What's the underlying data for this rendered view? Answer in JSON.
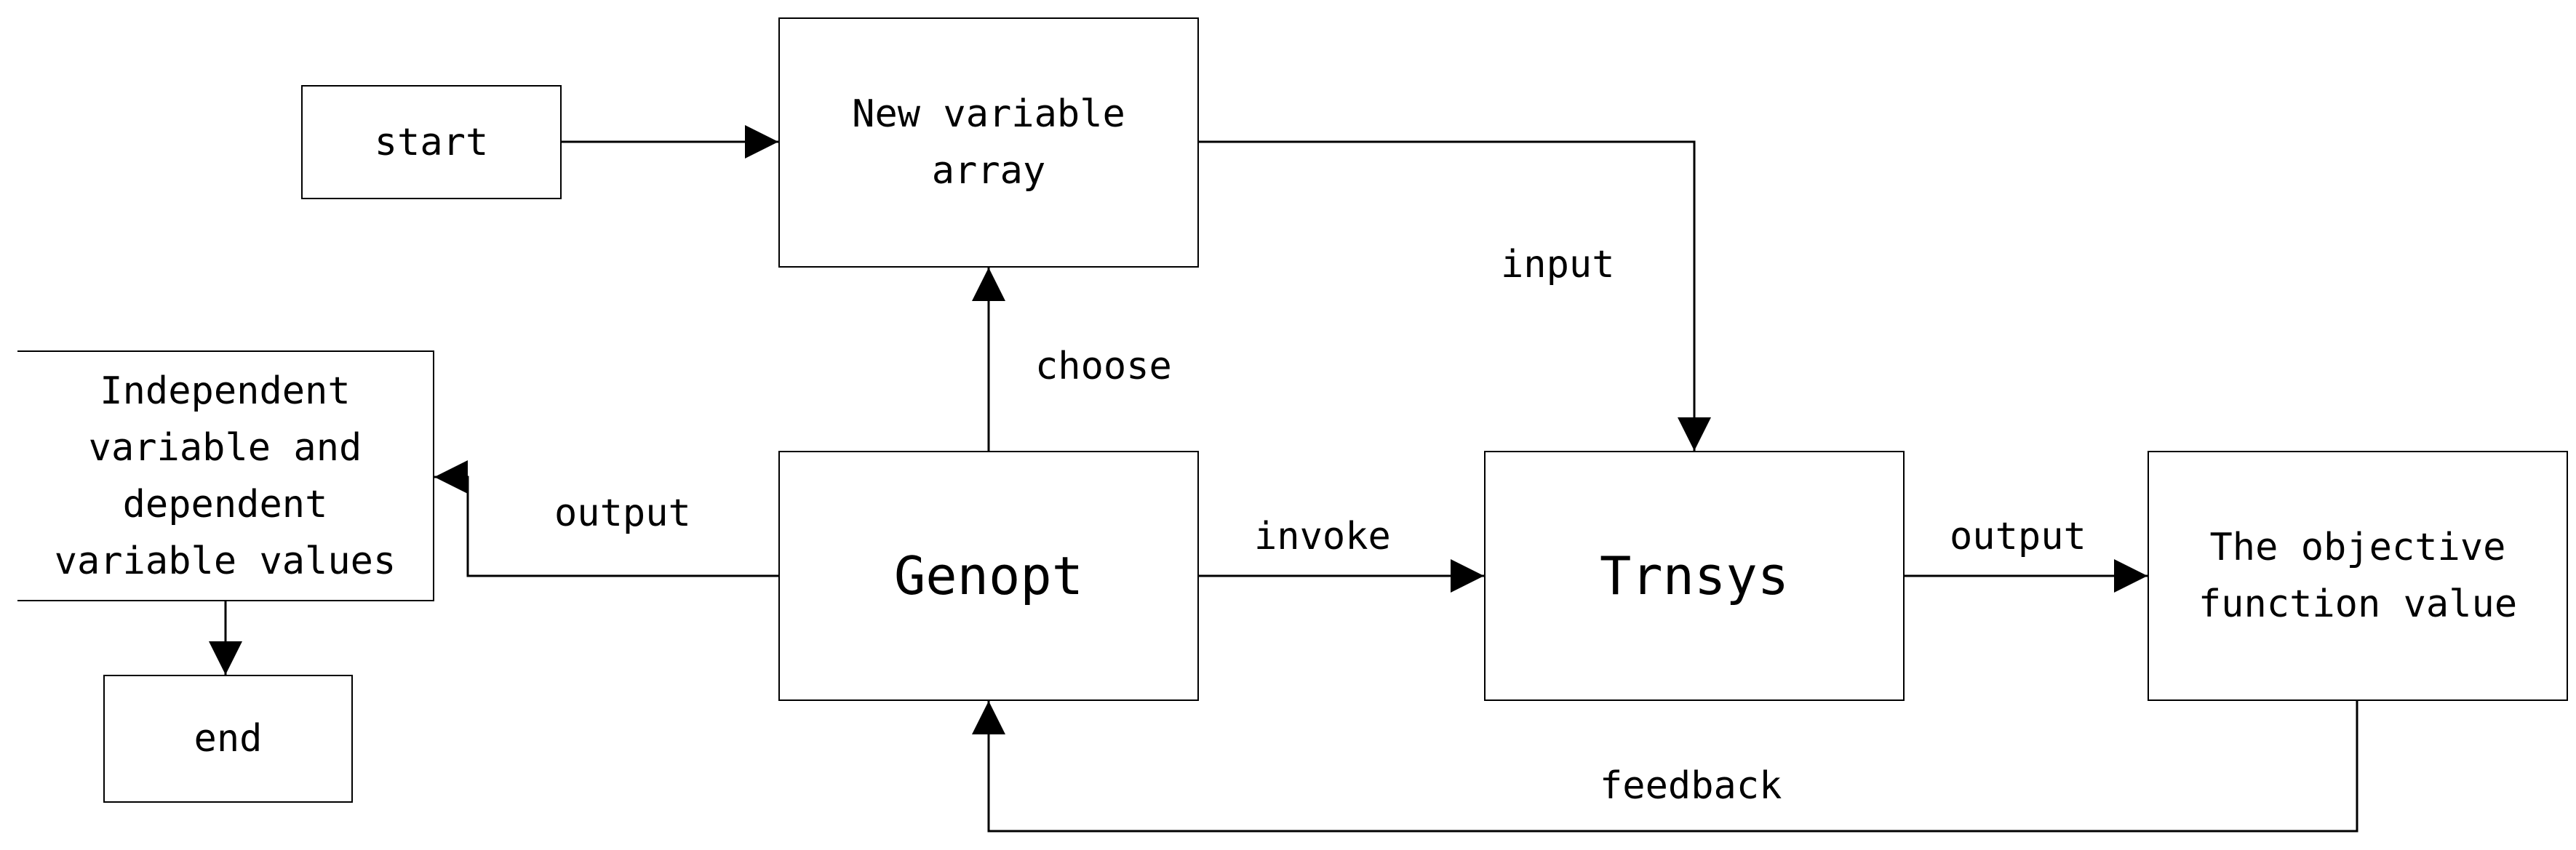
{
  "nodes": {
    "start": "start",
    "new_variable_array": "New variable\narray",
    "independent_values": "Independent\nvariable and\ndependent\nvariable values",
    "genopt": "Genopt",
    "trnsys": "Trnsys",
    "objective_value": "The objective\nfunction value",
    "end": "end"
  },
  "edges": {
    "input": "input",
    "choose": "choose",
    "output_left": "output",
    "invoke": "invoke",
    "output_right": "output",
    "feedback": "feedback"
  },
  "colors": {
    "line": "#000000",
    "background": "#ffffff"
  }
}
